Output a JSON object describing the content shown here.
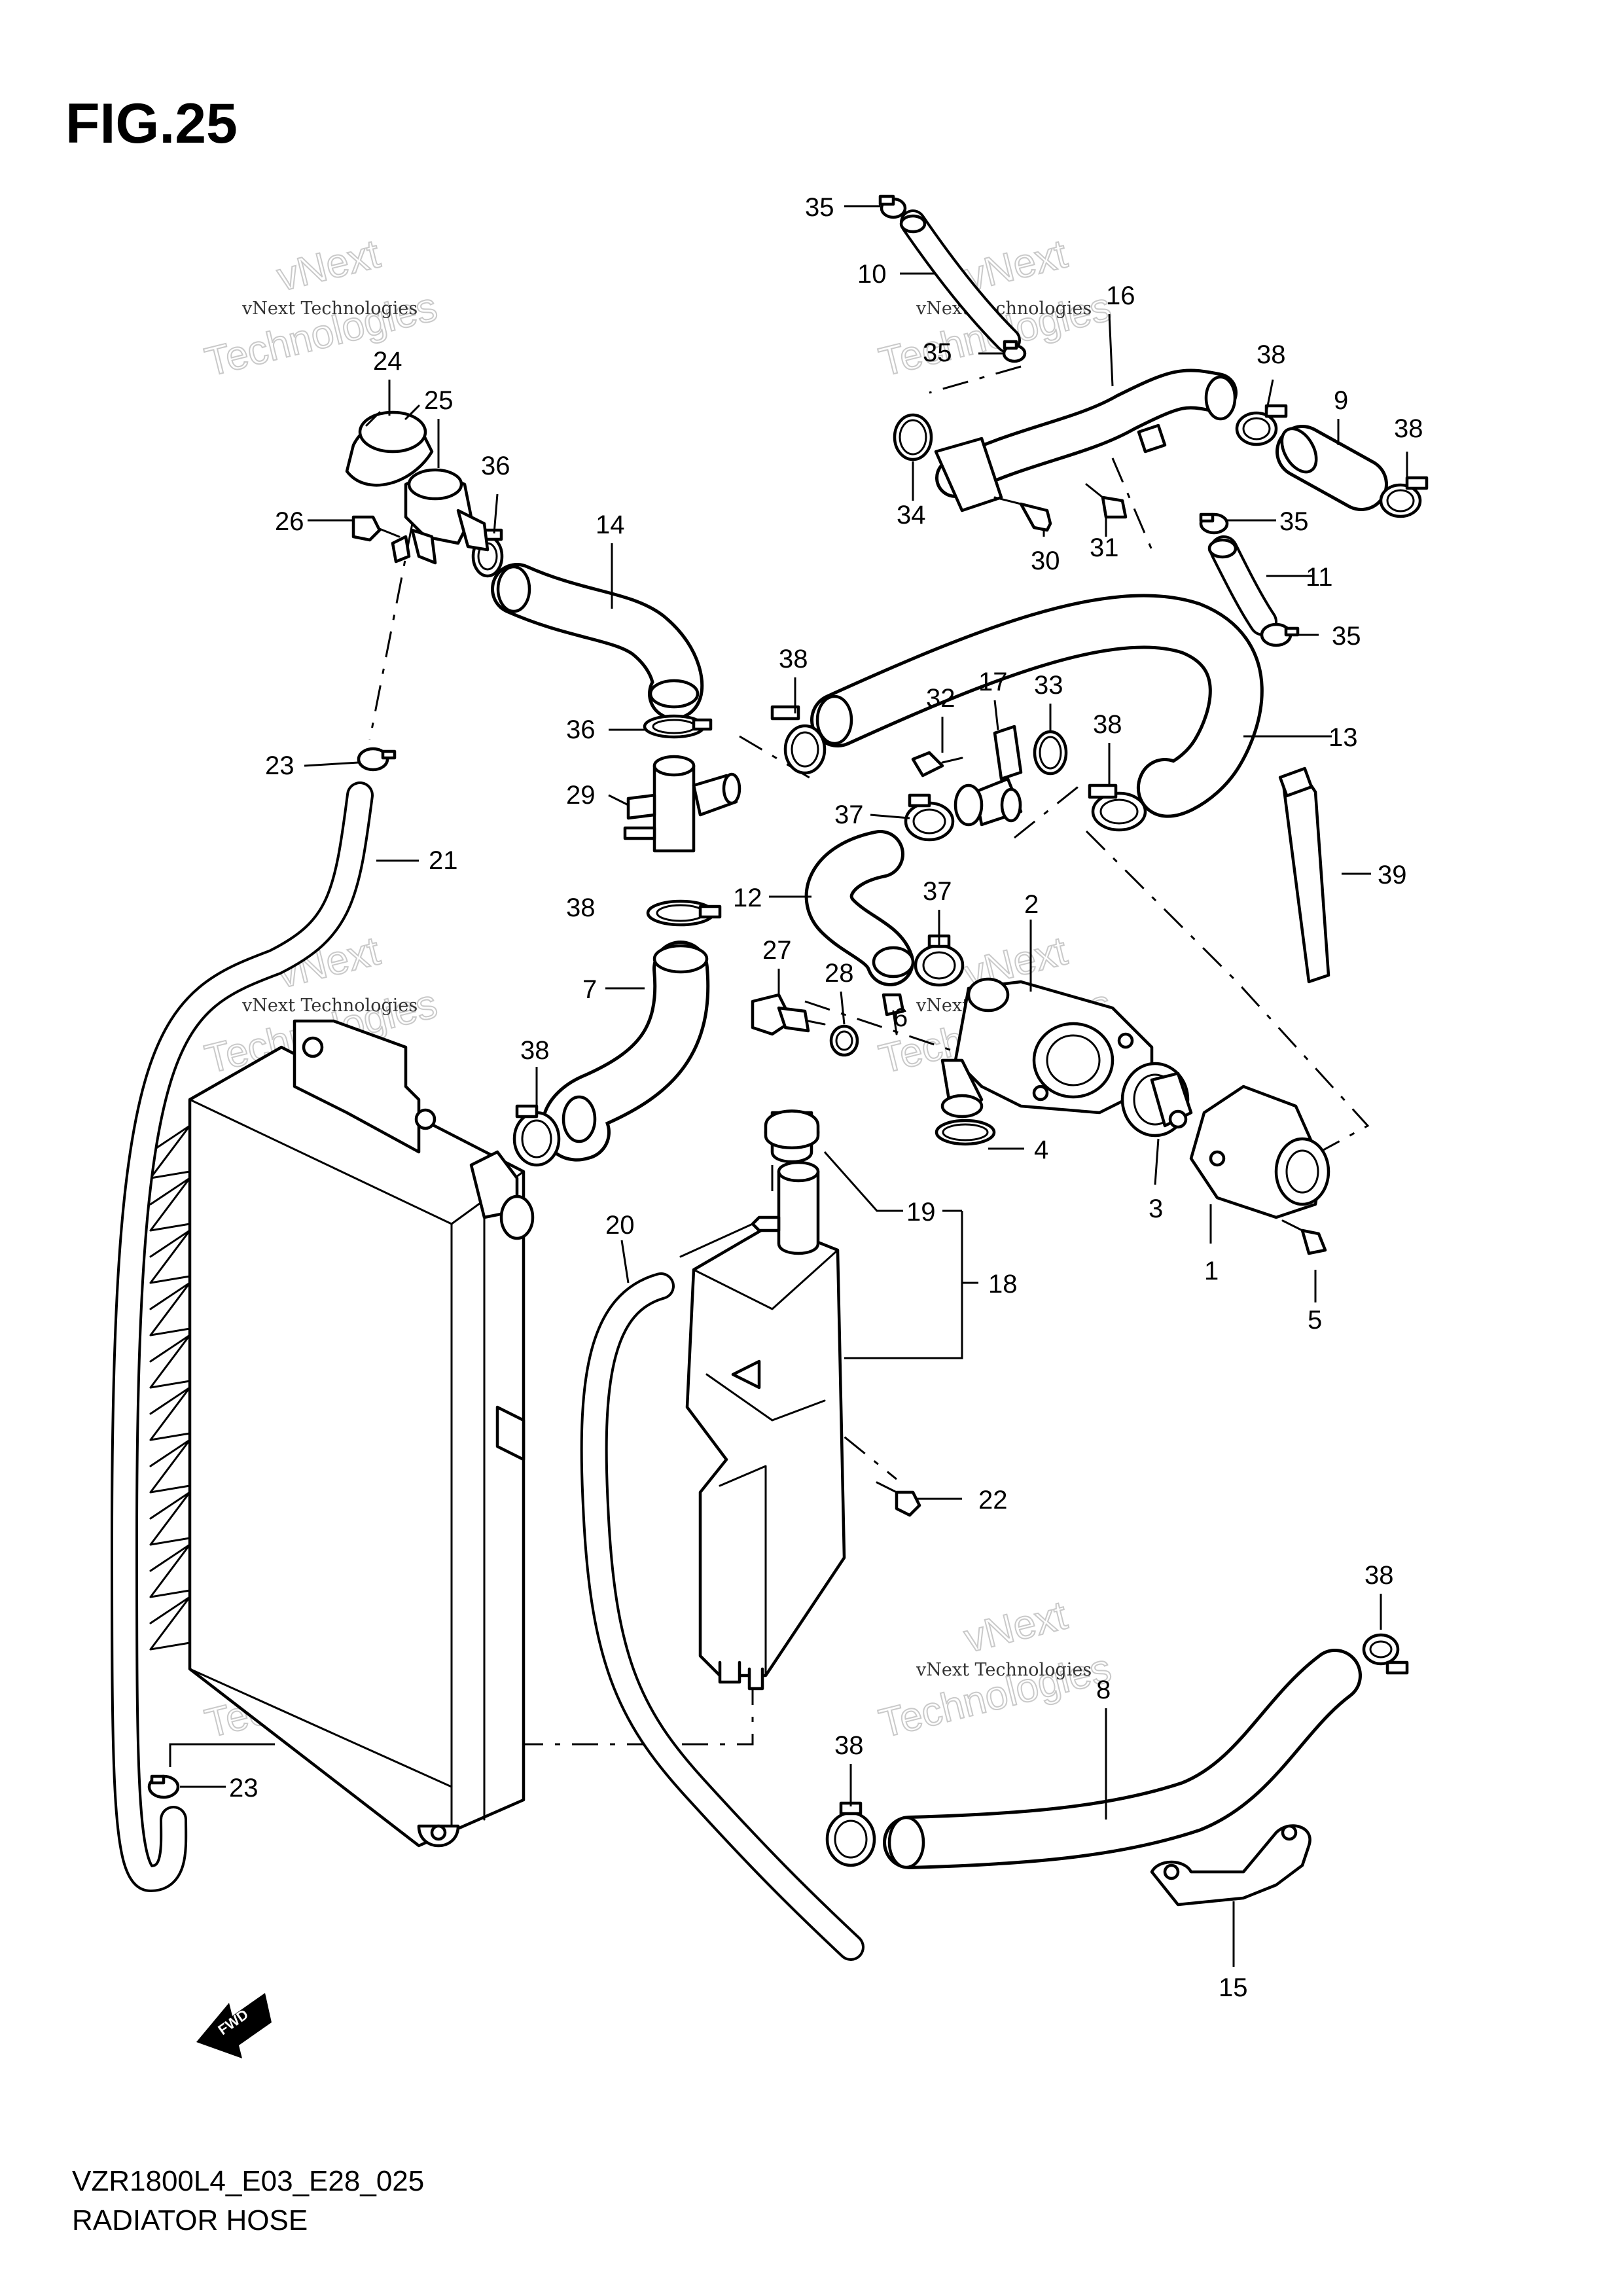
{
  "figure": {
    "title": "FIG.25",
    "code": "VZR1800L4_E03_E28_025",
    "caption": "RADIATOR HOSE"
  },
  "watermark": {
    "line1": "vNext Technologies",
    "line2": "vNext",
    "line3": "Technologies"
  },
  "fwd_label": "FWD",
  "callouts": [
    "1",
    "2",
    "3",
    "4",
    "5",
    "6",
    "7",
    "8",
    "9",
    "10",
    "11",
    "12",
    "13",
    "14",
    "15",
    "16",
    "17",
    "18",
    "19",
    "20",
    "21",
    "22",
    "23",
    "24",
    "25",
    "26",
    "27",
    "28",
    "29",
    "30",
    "31",
    "32",
    "33",
    "34",
    "35",
    "36",
    "37",
    "38",
    "39"
  ],
  "labels": [
    {
      "text": "35"
    },
    {
      "text": "10"
    },
    {
      "text": "16"
    },
    {
      "text": "35"
    },
    {
      "text": "38"
    },
    {
      "text": "9"
    },
    {
      "text": "38"
    },
    {
      "text": "34"
    },
    {
      "text": "30"
    },
    {
      "text": "31"
    },
    {
      "text": "35"
    },
    {
      "text": "11"
    },
    {
      "text": "35"
    },
    {
      "text": "24"
    },
    {
      "text": "25"
    },
    {
      "text": "36"
    },
    {
      "text": "26"
    },
    {
      "text": "14"
    },
    {
      "text": "38"
    },
    {
      "text": "36"
    },
    {
      "text": "29"
    },
    {
      "text": "23"
    },
    {
      "text": "21"
    },
    {
      "text": "17"
    },
    {
      "text": "32"
    },
    {
      "text": "33"
    },
    {
      "text": "38"
    },
    {
      "text": "13"
    },
    {
      "text": "37"
    },
    {
      "text": "12"
    },
    {
      "text": "39"
    },
    {
      "text": "38"
    },
    {
      "text": "37"
    },
    {
      "text": "2"
    },
    {
      "text": "7"
    },
    {
      "text": "27"
    },
    {
      "text": "28"
    },
    {
      "text": "6"
    },
    {
      "text": "38"
    },
    {
      "text": "4"
    },
    {
      "text": "3"
    },
    {
      "text": "1"
    },
    {
      "text": "5"
    },
    {
      "text": "19"
    },
    {
      "text": "20"
    },
    {
      "text": "18"
    },
    {
      "text": "22"
    },
    {
      "text": "38"
    },
    {
      "text": "8"
    },
    {
      "text": "38"
    },
    {
      "text": "23"
    },
    {
      "text": "15"
    }
  ]
}
